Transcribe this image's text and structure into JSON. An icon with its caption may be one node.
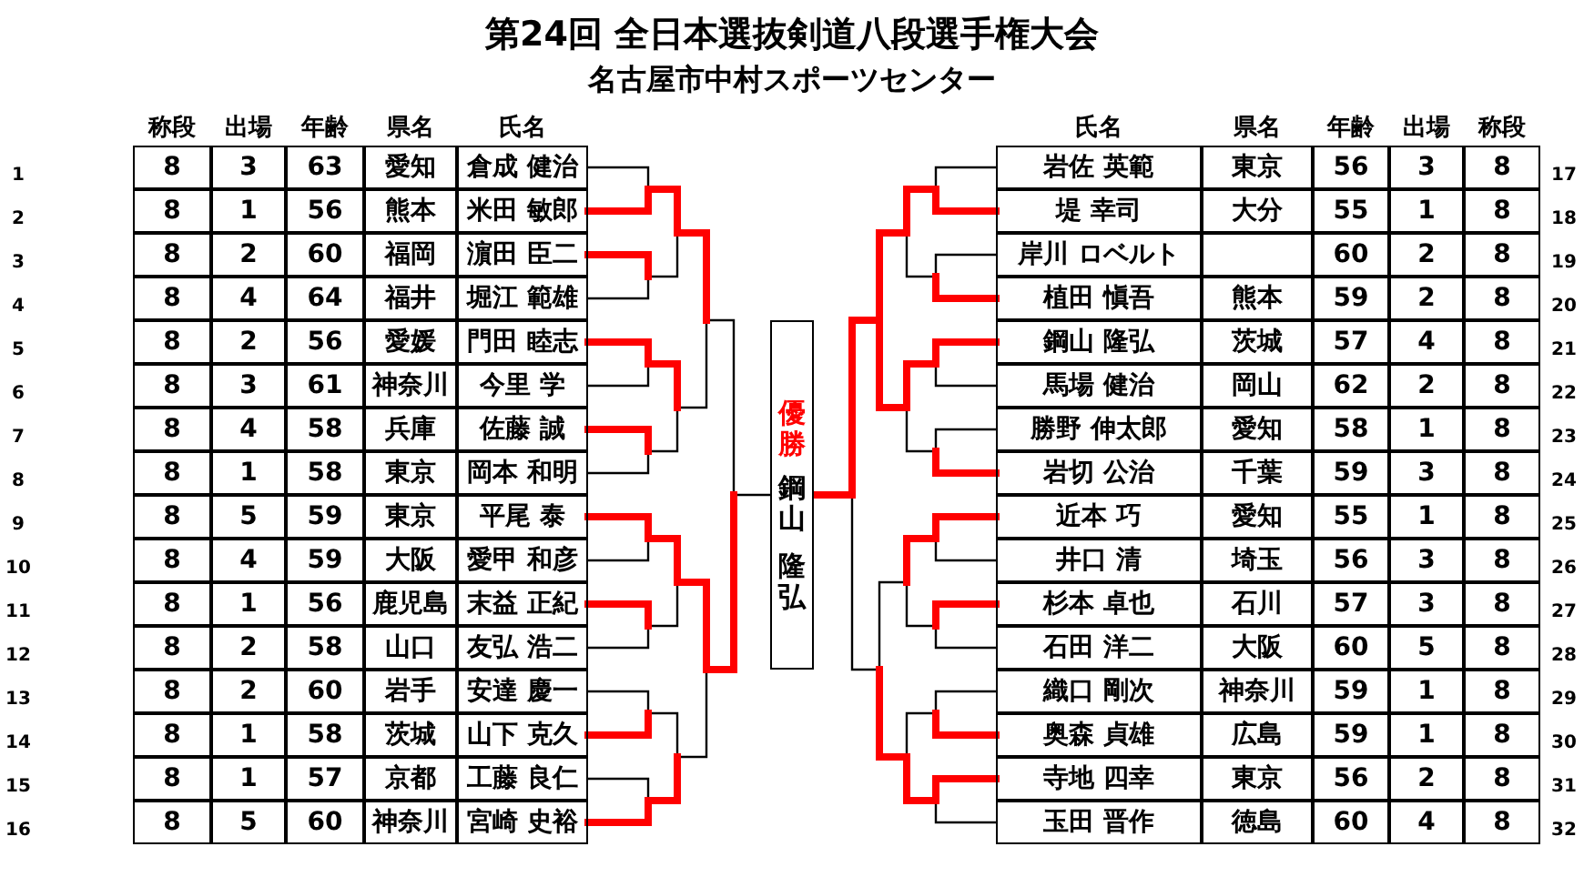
{
  "diagram": {
    "title": "第24回 全日本選抜剣道八段選手権大会",
    "caption": "名古屋市中村スポーツセンター",
    "nodes": [
      {
        "text": [
          "倉成 健治"
        ]
      },
      {
        "text": [
          "米田 敏郎"
        ]
      },
      {
        "text": [
          "濵田 臣二"
        ]
      },
      {
        "text": [
          "堀江 範雄"
        ]
      },
      {
        "text": [
          "門田 睦志"
        ]
      },
      {
        "text": [
          "今里 学"
        ]
      },
      {
        "text": [
          "佐藤 誠"
        ]
      },
      {
        "text": [
          "岡本 和明"
        ]
      },
      {
        "text": [
          "平尾 泰"
        ]
      },
      {
        "text": [
          "愛甲 和彦"
        ]
      },
      {
        "text": [
          "末益 正紀"
        ]
      },
      {
        "text": [
          "友弘 浩二"
        ]
      },
      {
        "text": [
          "安達 慶一"
        ]
      },
      {
        "text": [
          "山下 克久"
        ]
      },
      {
        "text": [
          "工藤 良仁"
        ]
      },
      {
        "text": [
          "宮崎 史裕"
        ]
      },
      {
        "text": [
          "優勝",
          "鋼山",
          "隆弘"
        ]
      },
      {
        "text": [
          "岩佐 英範"
        ]
      },
      {
        "text": [
          "堤 幸司"
        ]
      },
      {
        "text": [
          "岸川 ロベルト"
        ]
      },
      {
        "text": [
          "植田 愼吾"
        ]
      },
      {
        "text": [
          "鋼山 隆弘"
        ]
      },
      {
        "text": [
          "馬場 健治"
        ]
      },
      {
        "text": [
          "勝野 伸太郎"
        ]
      },
      {
        "text": [
          "岩切 公治"
        ]
      },
      {
        "text": [
          "近本 巧"
        ]
      },
      {
        "text": [
          "井口 清"
        ]
      },
      {
        "text": [
          "杉本 卓也"
        ]
      },
      {
        "text": [
          "石田 洋二"
        ]
      },
      {
        "text": [
          "織口 剛次"
        ]
      },
      {
        "text": [
          "奥森 貞雄"
        ]
      },
      {
        "text": [
          "寺地 四幸"
        ]
      },
      {
        "text": [
          "玉田 晋作"
        ]
      }
    ],
    "edges": [
      {
        "from": 0,
        "to": null,
        "arrow": "none"
      },
      {
        "from": 1,
        "to": null,
        "arrow": "none",
        "style": "thick",
        "color": "#ff0000"
      },
      {
        "from": 2,
        "to": null,
        "arrow": "none",
        "style": "thick",
        "color": "#ff0000"
      },
      {
        "from": 3,
        "to": null,
        "arrow": "none"
      },
      {
        "from": 4,
        "to": null,
        "arrow": "none",
        "style": "thick",
        "color": "#ff0000"
      },
      {
        "from": 5,
        "to": null,
        "arrow": "none"
      },
      {
        "from": 6,
        "to": null,
        "arrow": "none",
        "style": "thick",
        "color": "#ff0000"
      },
      {
        "from": 7,
        "to": null,
        "arrow": "none"
      },
      {
        "from": 8,
        "to": 16,
        "arrow": "none",
        "style": "thick",
        "color": "#ff0000"
      },
      {
        "from": 9,
        "to": null,
        "arrow": "none"
      },
      {
        "from": 10,
        "to": null,
        "arrow": "none",
        "style": "thick",
        "color": "#ff0000"
      },
      {
        "from": 11,
        "to": null,
        "arrow": "none"
      },
      {
        "from": 12,
        "to": null,
        "arrow": "none"
      },
      {
        "from": 13,
        "to": null,
        "arrow": "none",
        "style": "thick",
        "color": "#ff0000"
      },
      {
        "from": 14,
        "to": null,
        "arrow": "none"
      },
      {
        "from": 15,
        "to": null,
        "arrow": "none",
        "style": "thick",
        "color": "#ff0000"
      },
      {
        "from": 17,
        "to": null,
        "arrow": "none"
      },
      {
        "from": 18,
        "to": null,
        "arrow": "none",
        "style": "thick",
        "color": "#ff0000"
      },
      {
        "from": 19,
        "to": null,
        "arrow": "none"
      },
      {
        "from": 20,
        "to": null,
        "arrow": "none",
        "style": "thick",
        "color": "#ff0000"
      },
      {
        "from": 21,
        "to": 16,
        "arrow": "none",
        "style": "thick",
        "color": "#ff0000"
      },
      {
        "from": 22,
        "to": null,
        "arrow": "none"
      },
      {
        "from": 23,
        "to": null,
        "arrow": "none"
      },
      {
        "from": 24,
        "to": null,
        "arrow": "none",
        "style": "thick",
        "color": "#ff0000"
      },
      {
        "from": 25,
        "to": null,
        "arrow": "none",
        "style": "thick",
        "color": "#ff0000"
      },
      {
        "from": 26,
        "to": null,
        "arrow": "none"
      },
      {
        "from": 27,
        "to": null,
        "arrow": "none",
        "style": "thick",
        "color": "#ff0000"
      },
      {
        "from": 28,
        "to": null,
        "arrow": "none"
      },
      {
        "from": 29,
        "to": null,
        "arrow": "none"
      },
      {
        "from": 30,
        "to": null,
        "arrow": "none",
        "style": "thick",
        "color": "#ff0000"
      },
      {
        "from": 31,
        "to": null,
        "arrow": "none",
        "style": "thick",
        "color": "#ff0000"
      },
      {
        "from": 32,
        "to": null,
        "arrow": "none"
      }
    ],
    "labels": [
      "称段",
      "出場",
      "年齢",
      "県名",
      "氏名",
      "氏名",
      "県名",
      "年齢",
      "出場",
      "称段",
      "1",
      "8",
      "3",
      "63",
      "愛知",
      "東京",
      "56",
      "3",
      "8",
      "17",
      "2",
      "8",
      "1",
      "56",
      "熊本",
      "大分",
      "55",
      "1",
      "8",
      "18",
      "3",
      "8",
      "2",
      "60",
      "福岡",
      "60",
      "2",
      "8",
      "19",
      "4",
      "8",
      "4",
      "64",
      "福井",
      "熊本",
      "59",
      "2",
      "8",
      "20",
      "5",
      "8",
      "2",
      "56",
      "愛媛",
      "茨城",
      "57",
      "4",
      "8",
      "21",
      "6",
      "8",
      "3",
      "61",
      "神奈川",
      "岡山",
      "62",
      "2",
      "8",
      "22",
      "7",
      "8",
      "4",
      "58",
      "兵庫",
      "愛知",
      "58",
      "1",
      "8",
      "23",
      "8",
      "8",
      "1",
      "58",
      "東京",
      "千葉",
      "59",
      "3",
      "8",
      "24",
      "9",
      "8",
      "5",
      "59",
      "東京",
      "愛知",
      "55",
      "1",
      "8",
      "25",
      "10",
      "8",
      "4",
      "59",
      "大阪",
      "埼玉",
      "56",
      "3",
      "8",
      "26",
      "11",
      "8",
      "1",
      "56",
      "鹿児島",
      "石川",
      "57",
      "3",
      "8",
      "27",
      "12",
      "8",
      "2",
      "58",
      "山口",
      "大阪",
      "60",
      "5",
      "8",
      "28",
      "13",
      "8",
      "2",
      "60",
      "岩手",
      "神奈川",
      "59",
      "1",
      "8",
      "29",
      "14",
      "8",
      "1",
      "58",
      "茨城",
      "広島",
      "59",
      "1",
      "8",
      "30",
      "15",
      "8",
      "1",
      "57",
      "京都",
      "東京",
      "56",
      "2",
      "8",
      "31",
      "16",
      "8",
      "5",
      "60",
      "神奈川",
      "徳島",
      "60",
      "4",
      "8",
      "32"
    ]
  }
}
